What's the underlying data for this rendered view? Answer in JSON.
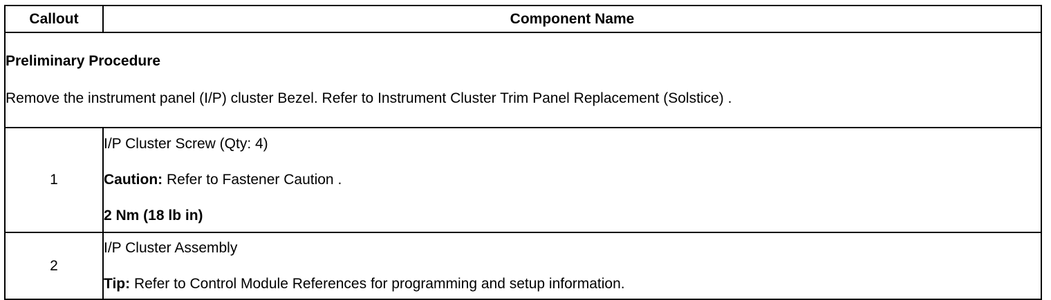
{
  "table": {
    "headers": [
      "Callout",
      "Component Name"
    ],
    "preliminary": {
      "title": "Preliminary Procedure",
      "text": "Remove the instrument panel (I/P) cluster Bezel. Refer to Instrument Cluster Trim Panel Replacement (Solstice) ."
    },
    "rows": [
      {
        "callout": "1",
        "name": "I/P Cluster Screw (Qty: 4)",
        "note_label": "Caution:",
        "note_text": " Refer to Fastener Caution .",
        "spec": "2 Nm (18 lb in)"
      },
      {
        "callout": "2",
        "name": "I/P Cluster Assembly",
        "note_label": "Tip:",
        "note_text": " Refer to Control Module References for programming and setup information."
      }
    ]
  }
}
